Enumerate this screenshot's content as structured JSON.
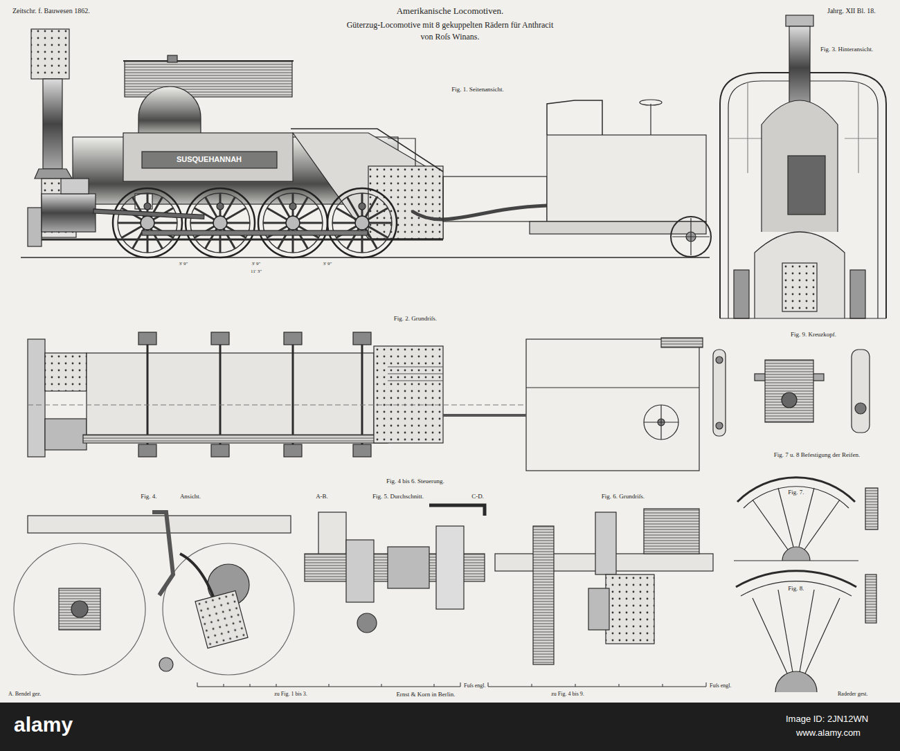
{
  "diagram": {
    "title": "Amerikanische Locomotiven.",
    "labels": [
      "Zeitschr. f. Bauwesen 1862.",
      "Jahrg. XII Bl. 18.",
      "Güterzug-Locomotive mit 8 gekuppelten Rädern für Anthracit",
      "von Roſs Winans.",
      "Fig. 1. Seitenansicht.",
      "SUSQUEHANNAH",
      "Fig. 3. Hinteransicht.",
      "Fig. 2. Grundriſs.",
      "Fig. 9. Kreuzkopf.",
      "Fig. 7 u. 8 Befestigung der Reifen.",
      "Fig. 7.",
      "Fig. 8.",
      "Fig. 4 bis 6. Steuerung.",
      "Fig. 4.",
      "Ansicht.",
      "A-B.",
      "Fig. 5. Durchschnitt.",
      "C-D.",
      "Fig. 6. Grundriſs.",
      "zu Fig. 1 bis 3.",
      "Fuſs engl.",
      "zu Fig. 4 bis 9.",
      "Fuſs engl.",
      "Ernst & Korn in Berlin.",
      "A. Bendel gez.",
      "Radeder gest.",
      "3' 9\"",
      "3' 9\"",
      "3' 9\"",
      "11' 3\"",
      "alamy",
      "Image ID: 2JN12WN",
      "www.alamy.com"
    ]
  }
}
